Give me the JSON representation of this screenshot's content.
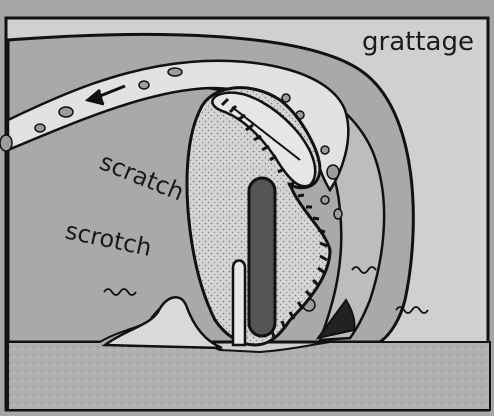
{
  "diagram": {
    "title": "grattage",
    "labels": [
      "scratch",
      "scrotch"
    ]
  }
}
